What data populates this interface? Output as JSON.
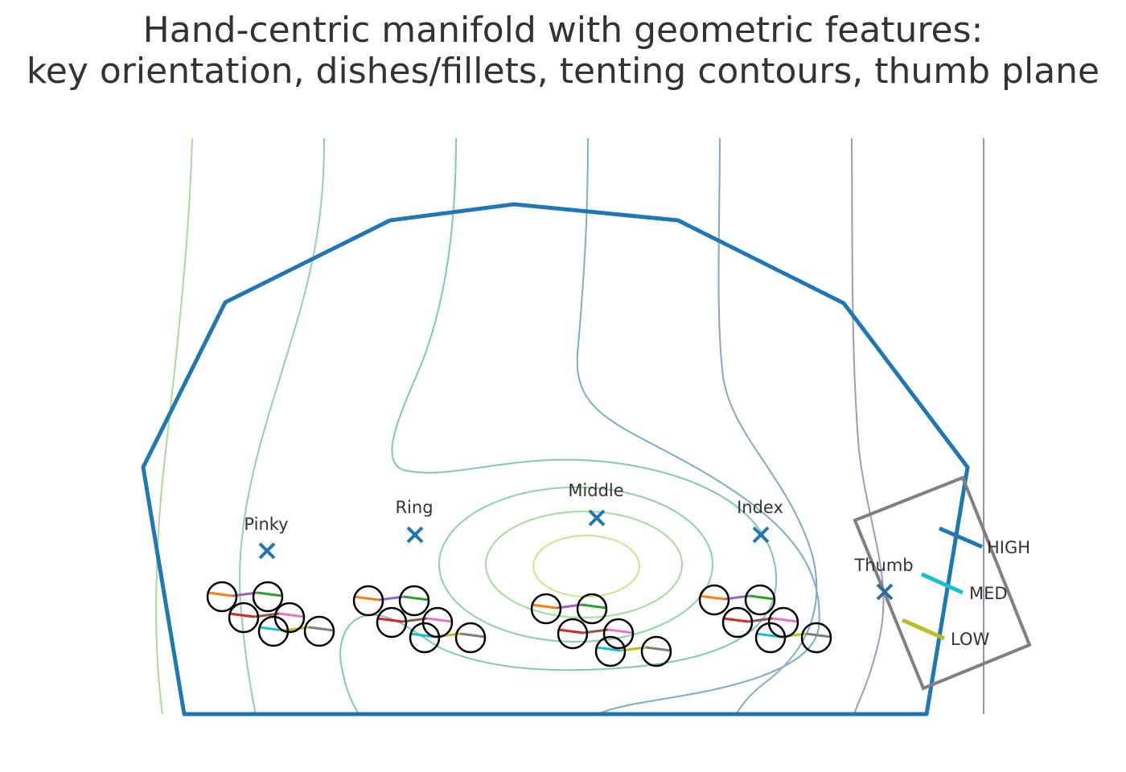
{
  "title_line1": "Hand-centric manifold with geometric features:",
  "title_line2": "key orientation, dishes/fillets, tenting contours, thumb plane",
  "fingers": [
    {
      "label": "Pinky"
    },
    {
      "label": "Ring"
    },
    {
      "label": "Middle"
    },
    {
      "label": "Index"
    },
    {
      "label": "Thumb"
    }
  ],
  "tenting_legend": [
    {
      "label": "HIGH",
      "color": "#1f77b4"
    },
    {
      "label": "MED",
      "color": "#17becf"
    },
    {
      "label": "LOW",
      "color": "#bcbd22"
    }
  ],
  "colors": {
    "outline": "#1f77b4",
    "finger_marker": "#1f77b4",
    "thumb_plane": "#808080",
    "keycap": "#000000",
    "contour_inner": "#c2e37a",
    "contour_mid": "#7fc9b3",
    "contour_outer": "#9a8fbf"
  }
}
